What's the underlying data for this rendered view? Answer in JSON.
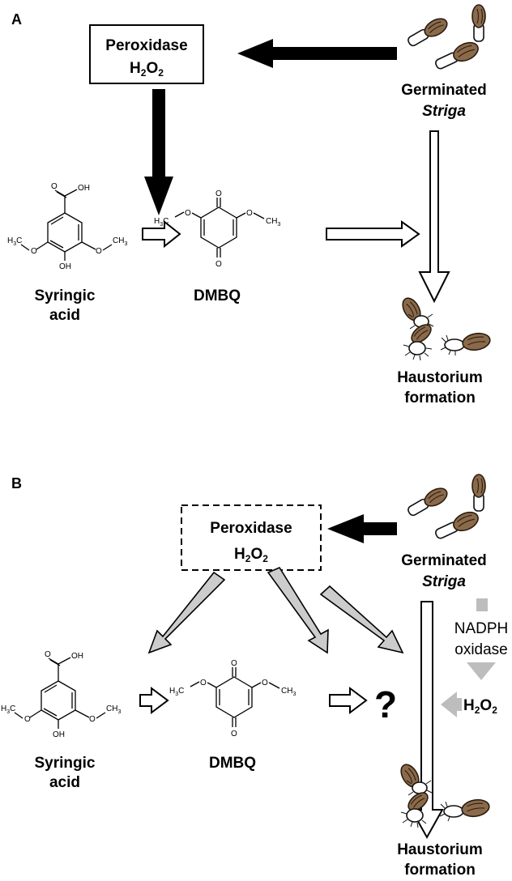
{
  "panel_a": {
    "label": "A",
    "peroxidase": {
      "line1": "Peroxidase",
      "h2o2_main": "H",
      "h2o2_sub1": "2",
      "h2o2_o": "O",
      "h2o2_sub2": "2"
    },
    "striga_line1": "Germinated",
    "striga_line2": "Striga",
    "syringic_line1": "Syringic",
    "syringic_line2": "acid",
    "dmbq": "DMBQ",
    "haustorium_line1": "Haustorium",
    "haustorium_line2": "formation"
  },
  "panel_b": {
    "label": "B",
    "peroxidase": {
      "line1": "Peroxidase",
      "h2o2_main": "H",
      "h2o2_sub1": "2",
      "h2o2_o": "O",
      "h2o2_sub2": "2"
    },
    "striga_line1": "Germinated",
    "striga_line2": "Striga",
    "syringic_line1": "Syringic",
    "syringic_line2": "acid",
    "dmbq": "DMBQ",
    "question": "?",
    "nadph_line1": "NADPH",
    "nadph_line2": "oxidase",
    "h2o2_label": {
      "h": "H",
      "s1": "2",
      "o": "O",
      "s2": "2"
    },
    "haustorium_line1": "Haustorium",
    "haustorium_line2": "formation"
  },
  "chem_labels": {
    "oh": "OH",
    "o": "O",
    "h3c": "H",
    "sub3": "3",
    "c": "C",
    "ch": "CH"
  }
}
